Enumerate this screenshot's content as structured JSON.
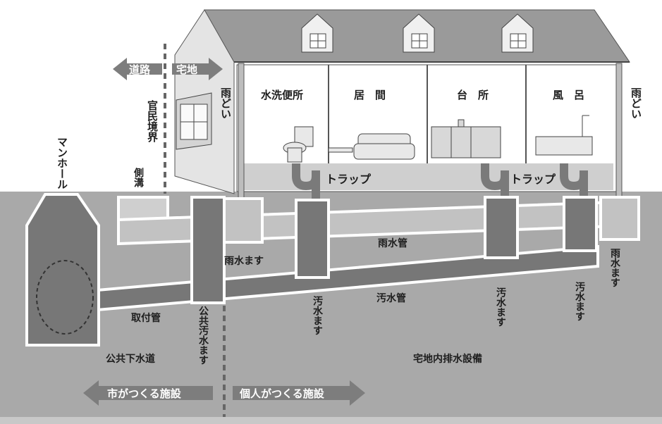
{
  "labels": {
    "road": "道路",
    "residential": "宅地",
    "boundary": "官民境界",
    "side_ditch": "側溝",
    "manhole": "マンホール",
    "rain_gutter_left": "雨どい",
    "rain_gutter_right": "雨どい",
    "toilet": "水洗便所",
    "living_room": "居　間",
    "kitchen": "台　所",
    "bath": "風　呂",
    "trap_1": "トラップ",
    "trap_2": "トラップ",
    "rainwater_basin_left": "雨水ます",
    "rainwater_pipe": "雨水管",
    "rainwater_basin_right": "雨水ます",
    "sewage_pipe": "汚水管",
    "sewage_basin_1": "汚水ます",
    "sewage_basin_2": "汚水ます",
    "sewage_basin_3": "汚水ます",
    "connection_pipe": "取付管",
    "public_sewage_basin": "公共汚水ます",
    "public_sewer": "公共下水道",
    "private_drainage": "宅地内排水設備",
    "city_facility": "市がつくる施設",
    "private_facility": "個人がつくる施設"
  },
  "colors": {
    "ground": "#a9a9a9",
    "pipe_dark": "#777777",
    "pipe_light": "#c2c2c2",
    "wall": "#ffffff",
    "roof": "#9a9a9a",
    "arrow": "#7d7d7d"
  }
}
